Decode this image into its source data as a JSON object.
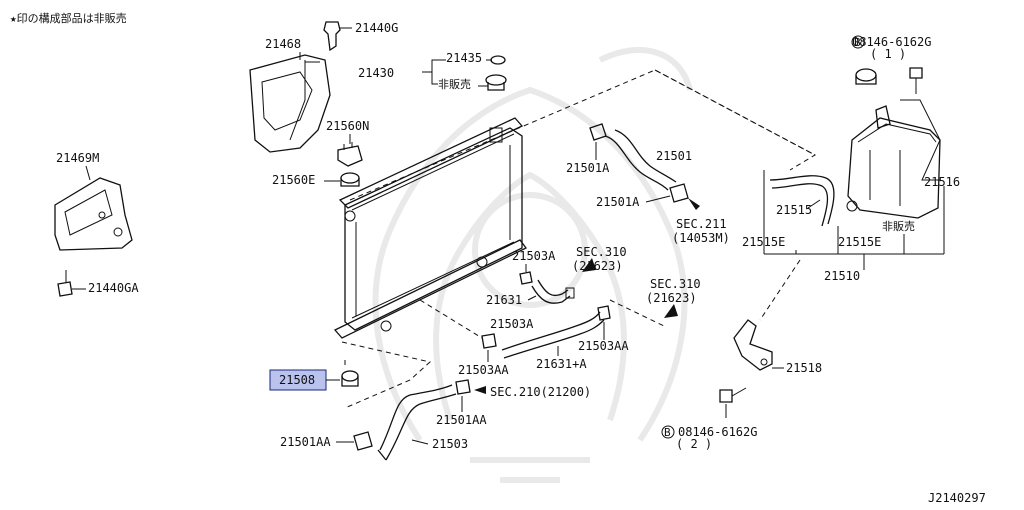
{
  "note": "★印の構成部品は非販売",
  "diagram_id": "J2140297",
  "highlighted_part": "21508",
  "colors": {
    "highlight_fill": "#b9c3ee",
    "highlight_border": "#1b2a7a",
    "line": "#111111"
  },
  "labels": {
    "p21440g": "21440G",
    "p21468": "21468",
    "p21435": "21435",
    "p21430": "21430",
    "hihanbai1": "非販売",
    "p21560n": "21560N",
    "p21560e": "21560E",
    "p21469m": "21469M",
    "p21440ga": "21440GA",
    "p21501a_top": "21501A",
    "p21501": "21501",
    "p21501a_mid": "21501A",
    "sec211": "SEC.211",
    "sec211_sub": "(14053M)",
    "p21503a_top": "21503A",
    "sec310a": "SEC.310",
    "sec310a_sub": "(21623)",
    "sec310b": "SEC.310",
    "sec310b_sub": "(21623)",
    "p21631": "21631",
    "p21503a_mid": "21503A",
    "p21503aa_right": "21503AA",
    "p21631a": "21631+A",
    "p21503aa_left": "21503AA",
    "p21508": "21508",
    "sec210": "SEC.210(21200)",
    "p21501aa_mid": "21501AA",
    "p21501aa_left": "21501AA",
    "p21503": "21503",
    "bolt_top": "08146-6162G",
    "bolt_top_qty": "( 1 )",
    "p21516": "21516",
    "p21515": "21515",
    "p21515e_left": "21515E",
    "hihanbai2": "非販売",
    "p21515e_right": "21515E",
    "p21510": "21510",
    "p21518": "21518",
    "bolt_bottom": "08146-6162G",
    "bolt_bottom_qty": "( 2 )"
  }
}
